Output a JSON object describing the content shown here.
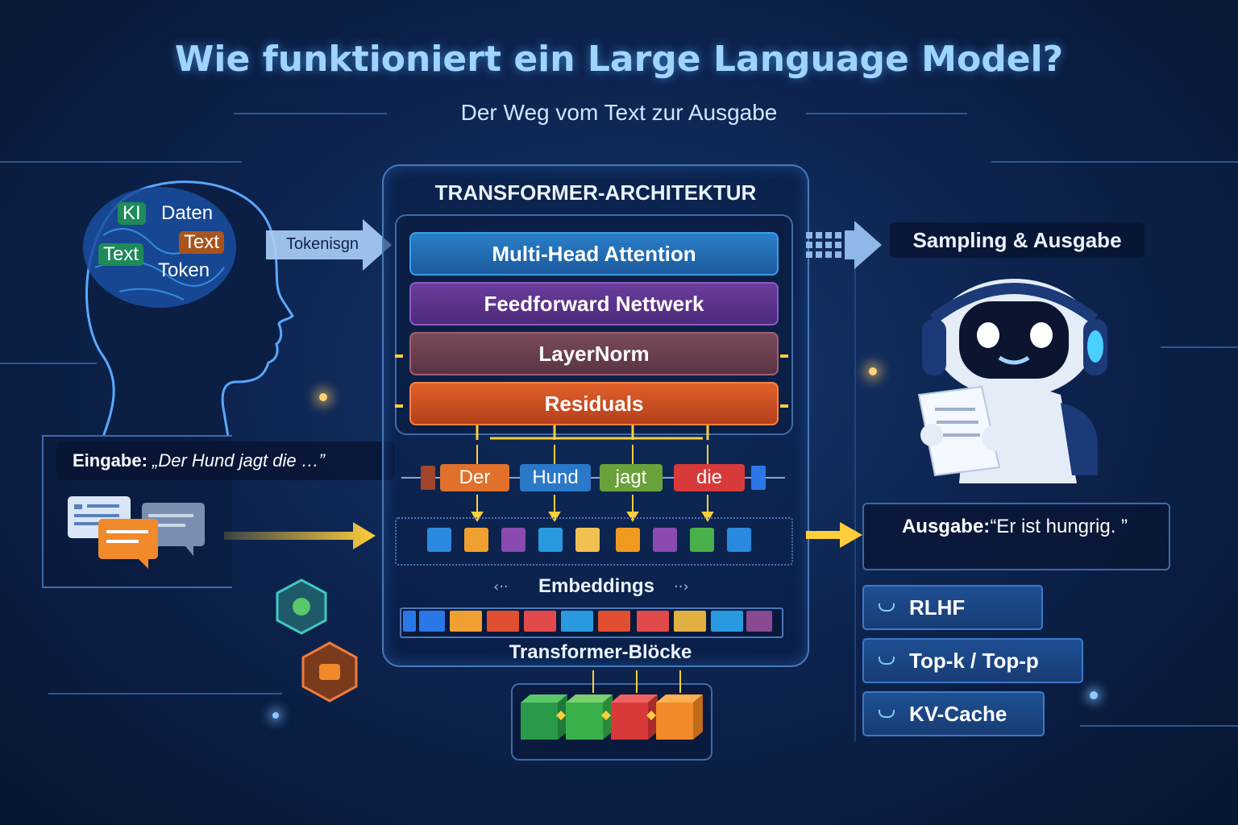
{
  "header": {
    "title": "Wie funktioniert ein Large Language Model?",
    "subtitle": "Der Weg vom Text zur Ausgabe"
  },
  "brain": {
    "words": [
      "KI",
      "Daten",
      "Text",
      "Text",
      "Token"
    ]
  },
  "tokenizing_label": "Tokenisgn",
  "input": {
    "label_prefix": "Eingabe:",
    "label_text": "„Der Hund jagt die …”"
  },
  "transformer": {
    "heading": "TRANSFORMER-ARCHITEKTUR",
    "layers": [
      "Multi-Head Attention",
      "Feedforward Nettwerk",
      "LayerNorm",
      "Residuals"
    ],
    "tokens": [
      "Der",
      "Hund",
      "jagt",
      "die"
    ],
    "embeddings_label": "Embeddings",
    "blocks_label": "Transformer-Blöcke"
  },
  "sampling": {
    "label": "Sampling & Ausgabe"
  },
  "output": {
    "label_prefix": "Ausgabe:",
    "label_text": "“Er ist hungrig. ”"
  },
  "features": [
    "RLHF",
    "Top-k / Top-p",
    "KV-Cache"
  ],
  "colors": {
    "title": "#9fd4ff",
    "accent_yellow": "#ffce3a",
    "token_der": "#e0702a",
    "token_hund": "#2a78c8",
    "token_jagt": "#6aa23a",
    "token_die": "#d83a3a"
  }
}
